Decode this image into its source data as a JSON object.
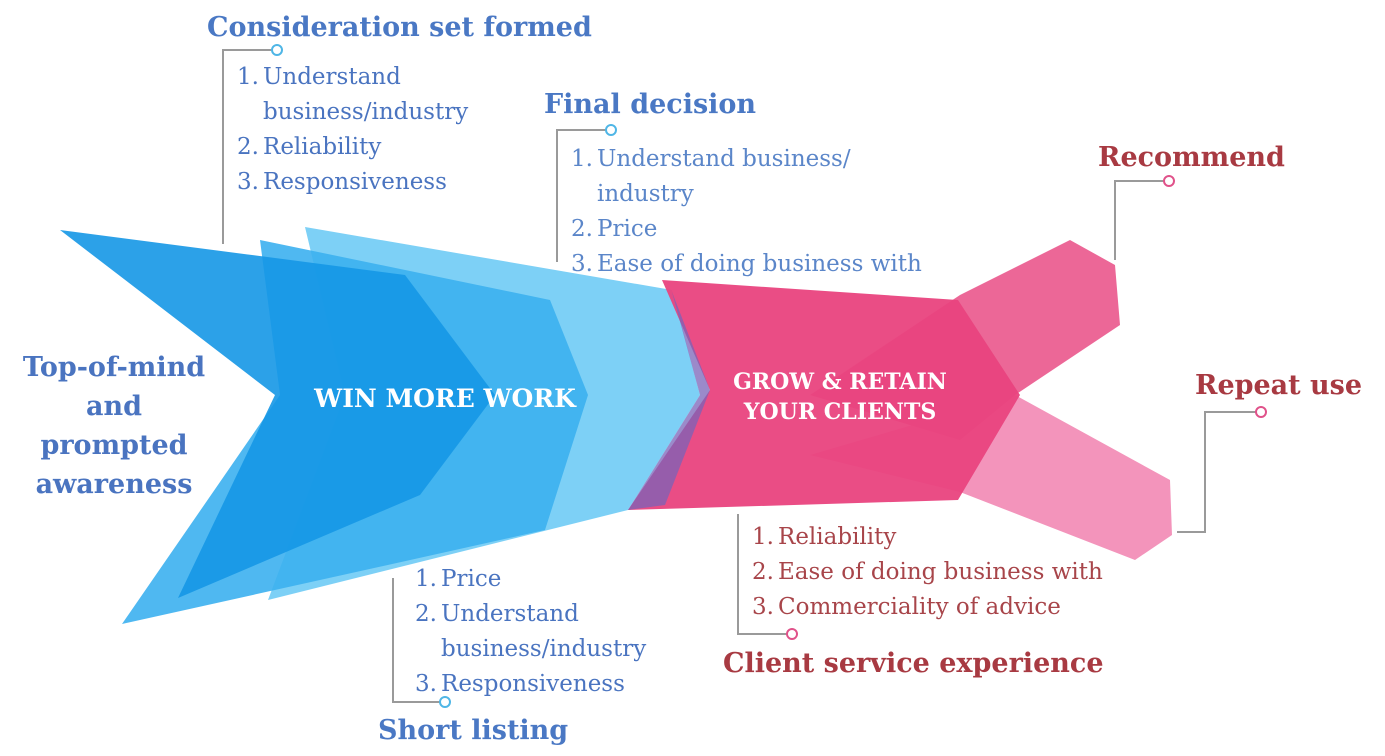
{
  "awareness": {
    "lines": [
      "Top-of-mind",
      "and",
      "prompted",
      "awareness"
    ]
  },
  "consideration": {
    "title": "Consideration set formed",
    "items": [
      {
        "num": "1.",
        "lines": [
          "Understand",
          "business/industry"
        ]
      },
      {
        "num": "2.",
        "lines": [
          "Reliability"
        ]
      },
      {
        "num": "3.",
        "lines": [
          "Responsiveness"
        ]
      }
    ]
  },
  "final_decision": {
    "title": "Final decision",
    "items": [
      {
        "num": "1.",
        "lines": [
          "Understand business/",
          "industry"
        ]
      },
      {
        "num": "2.",
        "lines": [
          "Price"
        ]
      },
      {
        "num": "3.",
        "lines": [
          "Ease of doing business with"
        ]
      }
    ]
  },
  "short_listing": {
    "title": "Short listing",
    "items": [
      {
        "num": "1.",
        "lines": [
          "Price"
        ]
      },
      {
        "num": "2.",
        "lines": [
          "Understand",
          "business/industry"
        ]
      },
      {
        "num": "3.",
        "lines": [
          "Responsiveness"
        ]
      }
    ]
  },
  "client_service": {
    "title": "Client service experience",
    "items": [
      {
        "num": "1.",
        "lines": [
          "Reliability"
        ]
      },
      {
        "num": "2.",
        "lines": [
          "Ease of doing business with"
        ]
      },
      {
        "num": "3.",
        "lines": [
          "Commerciality of advice"
        ]
      }
    ]
  },
  "recommend": {
    "title": "Recommend"
  },
  "repeat_use": {
    "title": "Repeat use"
  },
  "win_arrow": {
    "label": "WIN MORE WORK"
  },
  "grow_arrow": {
    "lines": [
      "GROW & RETAIN",
      "YOUR CLIENTS"
    ]
  },
  "colors": {
    "blue_dark": "#1597e5",
    "blue_mid": "#3cb0f0",
    "blue_light": "#7dd0f6",
    "pink_main": "#e9437e",
    "pink_mid": "#ec6797",
    "pink_light": "#f394bb",
    "blue_marker": "#4fb6e6",
    "pink_marker": "#e0528a",
    "leader_line": "#9a9a9a"
  }
}
